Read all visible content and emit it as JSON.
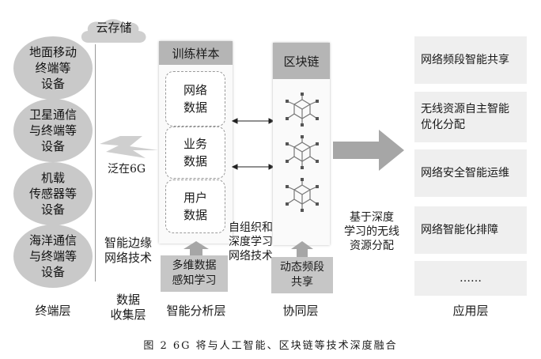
{
  "terminal": {
    "devices": [
      "地面移动\n终端等\n设备",
      "卫星通信\n与终端等\n设备",
      "机载\n传感器等\n设备",
      "海洋通信\n与终端等\n设备"
    ],
    "layer_label": "终端层"
  },
  "collection": {
    "cloud_label": "云存储",
    "pervasive_label": "泛在6G",
    "edge_label": "智能边缘\n网络技术",
    "layer_label": "数据\n收集层"
  },
  "analysis": {
    "header": "训练样本",
    "samples": [
      "网络\n数据",
      "业务\n数据",
      "用户\n数据"
    ],
    "bottom_box": "多维数据\n感知学习",
    "layer_label": "智能分析层"
  },
  "self_org_label": "自组织和\n深度学习\n网络技术",
  "collab": {
    "header": "区块链",
    "bottom_box": "动态频段\n共享",
    "layer_label": "协同层"
  },
  "drl_label": "基于深度\n学习的无线\n资源分配",
  "application": {
    "items": [
      "网络频段智能共享",
      "无线资源自主智能\n优化分配",
      "网络安全智能运维",
      "网络智能化排障",
      "……"
    ],
    "layer_label": "应用层"
  },
  "caption": "图 2  6G 将与人工智能、区块链等技术深度融合",
  "colors": {
    "ellipse": "#c9c9c9",
    "header": "#b5b5b5",
    "app_box": "#efefef",
    "arrow": "#a6a6a6",
    "gray_box": "#c6c6c6"
  }
}
